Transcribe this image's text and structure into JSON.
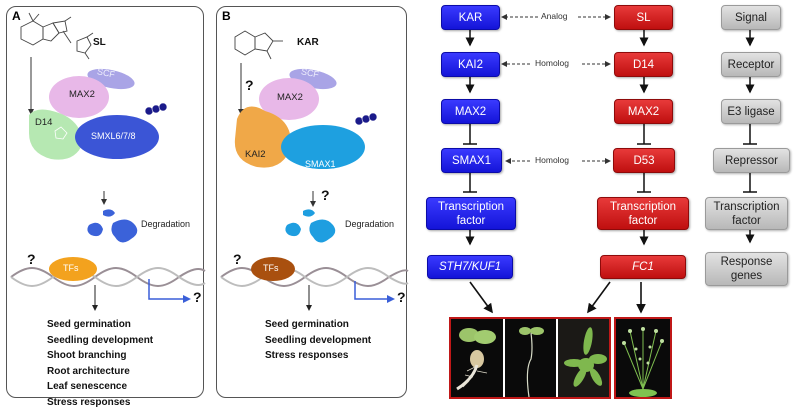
{
  "panel_a": {
    "letter": "A",
    "ligand": "SL",
    "complex": {
      "scf": "SCF",
      "f_box": "MAX2",
      "receptor": "D14",
      "repressor": "SMXL6/7/8"
    },
    "degradation_label": "Degradation",
    "tf_label": "TFs",
    "question_mark": "?",
    "outcomes": [
      "Seed germination",
      "Seedling development",
      "Shoot branching",
      "Root architecture",
      "Leaf senescence",
      "Stress responses"
    ],
    "colors": {
      "scf": "#a9a4e6",
      "max2": "#e8b8e8",
      "receptor": "#b6e8b2",
      "repressor": "#3b55d6",
      "tf": "#f3a21e"
    }
  },
  "panel_b": {
    "letter": "B",
    "ligand": "KAR",
    "complex": {
      "scf": "SCF",
      "f_box": "MAX2",
      "receptor": "KAI2",
      "repressor": "SMAX1"
    },
    "degradation_label": "Degradation",
    "tf_label": "TFs",
    "question_mark": "?",
    "outcomes": [
      "Seed germination",
      "Seedling development",
      "Stress responses"
    ],
    "colors": {
      "scf": "#a9a4e6",
      "max2": "#e8b8e8",
      "receptor": "#f0a848",
      "repressor": "#1ea0e0",
      "tf": "#a9500f"
    }
  },
  "flowchart": {
    "kar_column": [
      "KAR",
      "KAI2",
      "MAX2",
      "SMAX1",
      "Transcription factor",
      "STH7/KUF1"
    ],
    "sl_column": [
      "SL",
      "D14",
      "MAX2",
      "D53",
      "Transcription factor",
      "FC1"
    ],
    "generic_column": [
      "Signal",
      "Receptor",
      "E3 ligase",
      "Repressor",
      "Transcription factor",
      "Response genes"
    ],
    "relations": [
      "Analog",
      "Homolog",
      "Homolog"
    ],
    "kar_colors": "#1f1fe8",
    "sl_colors": "#d61d1d",
    "generic_colors": "#c8c8c8",
    "edge_types": [
      "activate",
      "activate",
      "inhibit",
      "inhibit",
      "activate"
    ],
    "phenotype_photos": [
      "seedling-with-root",
      "etiolated-seedling",
      "rosette-plant",
      "flowering-plant"
    ]
  }
}
